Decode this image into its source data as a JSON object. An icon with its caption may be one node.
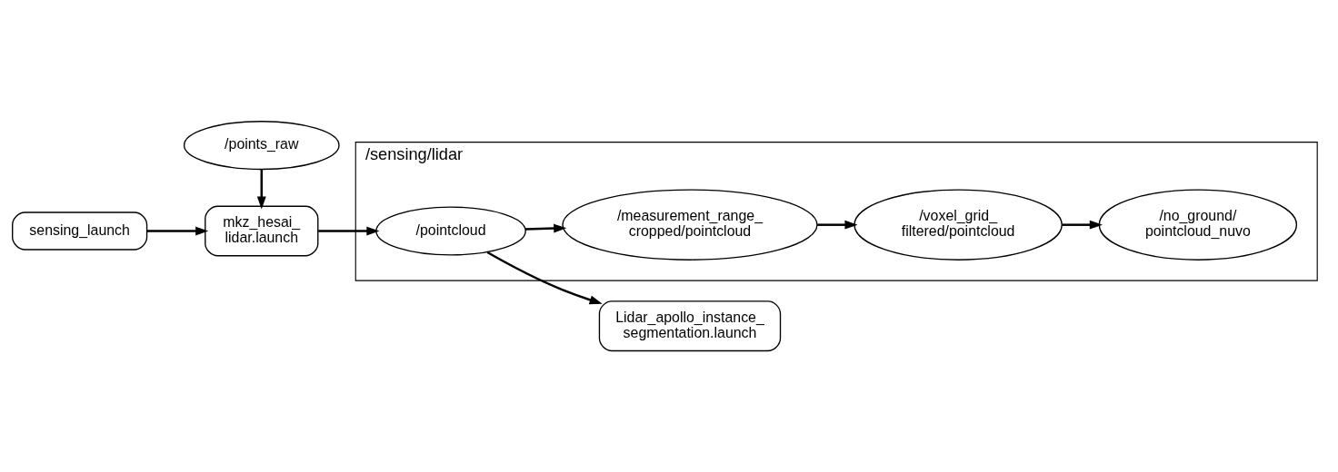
{
  "diagram": {
    "nodes": [
      {
        "text": [
          "/points_raw"
        ]
      },
      {
        "text": [
          "sensing_launch"
        ]
      },
      {
        "text": [
          "mkz_hesai_ lidar.launch"
        ]
      },
      {
        "text": [
          "/sensing/lidar"
        ]
      },
      {
        "text": [
          "/pointcloud"
        ],
        "in": 3
      },
      {
        "text": [
          "/measurement_range_ cropped/pointcloud"
        ],
        "in": 3
      },
      {
        "text": [
          "/voxel_grid_ filtered/pointcloud"
        ],
        "in": 3
      },
      {
        "text": [
          "/no_ground/ pointcloud_nuvo"
        ],
        "in": 3
      },
      {
        "text": [
          "Lidar_apollo_instance_ segmentation.launch"
        ]
      }
    ],
    "edges": [
      {
        "from": 0,
        "to": 2,
        "arrow": "to"
      },
      {
        "from": 1,
        "to": 2,
        "arrow": "to"
      },
      {
        "from": 2,
        "to": 4,
        "arrow": "to"
      },
      {
        "from": 4,
        "to": 5,
        "arrow": "to"
      },
      {
        "from": 5,
        "to": 6,
        "arrow": "to"
      },
      {
        "from": 6,
        "to": 7,
        "arrow": "to"
      },
      {
        "from": 4,
        "to": 8,
        "arrow": "to"
      }
    ]
  }
}
